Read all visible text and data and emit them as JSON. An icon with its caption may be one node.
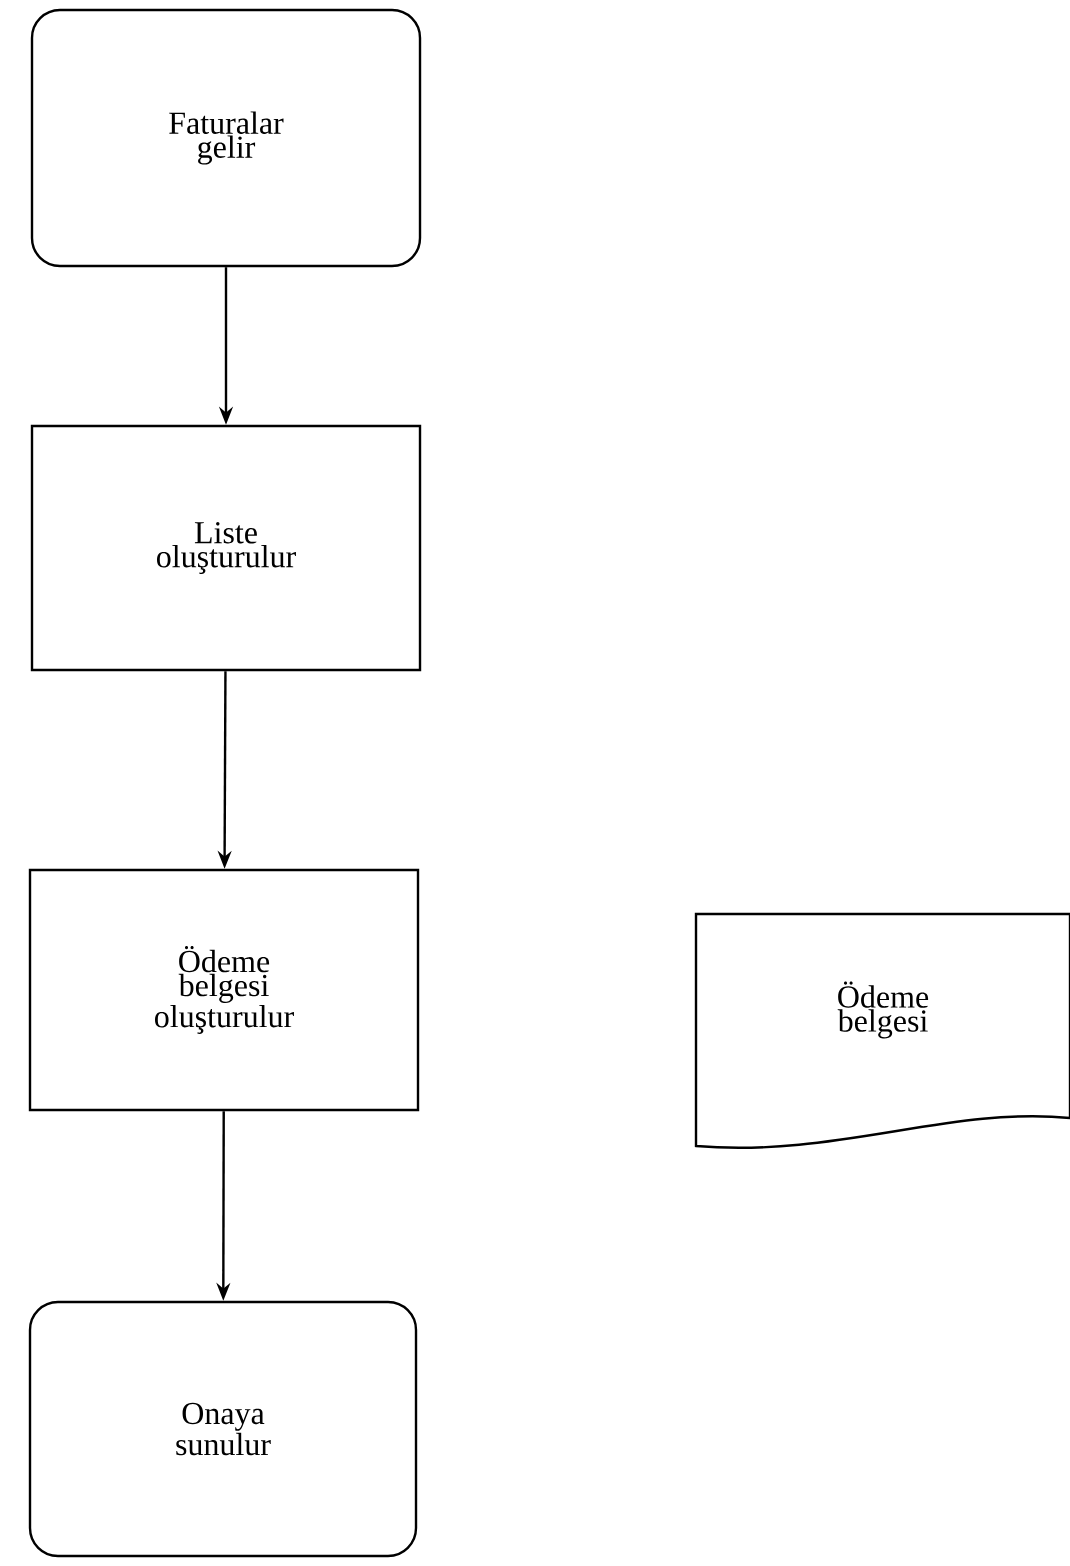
{
  "diagram": {
    "nodes": [
      {
        "text": [
          "Faturalar gelir"
        ]
      },
      {
        "text": [
          "Liste oluşturulur"
        ]
      },
      {
        "text": [
          "Ödeme belgesi oluşturulur"
        ]
      },
      {
        "text": [
          "Onaya sunulur"
        ]
      },
      {
        "text": [
          "Ödeme belgesi"
        ]
      }
    ],
    "edges": [
      {
        "from": 0,
        "to": 1,
        "arrow": "to"
      },
      {
        "from": 1,
        "to": 2,
        "arrow": "to"
      },
      {
        "from": 2,
        "to": 3,
        "arrow": "to"
      }
    ]
  }
}
